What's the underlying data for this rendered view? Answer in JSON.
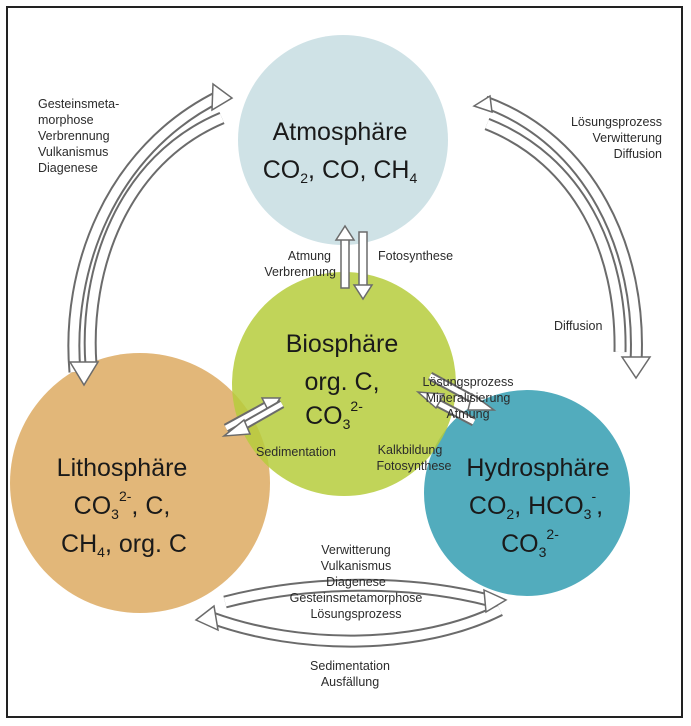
{
  "colors": {
    "atmosphere": "#c7dde2",
    "biosphere": "#b6cd3c",
    "lithosphere": "#ddaa62",
    "hydrosphere": "#3fa3b6",
    "arrow_stroke": "#6b6b6b",
    "arrow_fill": "#ffffff"
  },
  "spheres": {
    "atmosphere": {
      "title": "Atmosphäre",
      "formula": [
        "CO",
        "2",
        ", CO, CH",
        "4"
      ]
    },
    "biosphere": {
      "title": "Biosphäre",
      "line2": "org. C,",
      "formula": [
        "CO",
        "3",
        "2-"
      ]
    },
    "lithosphere": {
      "title": "Lithosphäre",
      "line2": [
        "CO",
        "3",
        "2-",
        ", C,"
      ],
      "line3": [
        "CH",
        "4",
        ", org. C"
      ]
    },
    "hydrosphere": {
      "title": "Hydrosphäre",
      "line2": [
        "CO",
        "2",
        ", HCO",
        "3",
        "-",
        ","
      ],
      "line3": [
        "CO",
        "3",
        "2-"
      ]
    }
  },
  "processes": {
    "litho_to_atmo": [
      "Gesteinsmeta-",
      "morphose",
      "Verbrennung",
      "Vulkanismus",
      "Diagenese"
    ],
    "atmo_to_hydro": [
      "Lösungsprozess",
      "Verwitterung",
      "Diffusion"
    ],
    "hydro_to_atmo": "Diffusion",
    "bio_to_atmo": [
      "Atmung",
      "Verbrennung"
    ],
    "atmo_to_bio": "Fotosynthese",
    "bio_to_hydro": [
      "Lösungsprozess",
      "Mineralisierung",
      "Atmung"
    ],
    "hydro_to_bio": [
      "Kalkbildung",
      "Fotosynthese"
    ],
    "bio_to_litho": "Sedimentation",
    "litho_to_hydro": [
      "Verwitterung",
      "Vulkanismus",
      "Diagenese",
      "Gesteinsmetamorphose",
      "Lösungsprozess"
    ],
    "hydro_to_litho": [
      "Sedimentation",
      "Ausfällung"
    ]
  }
}
